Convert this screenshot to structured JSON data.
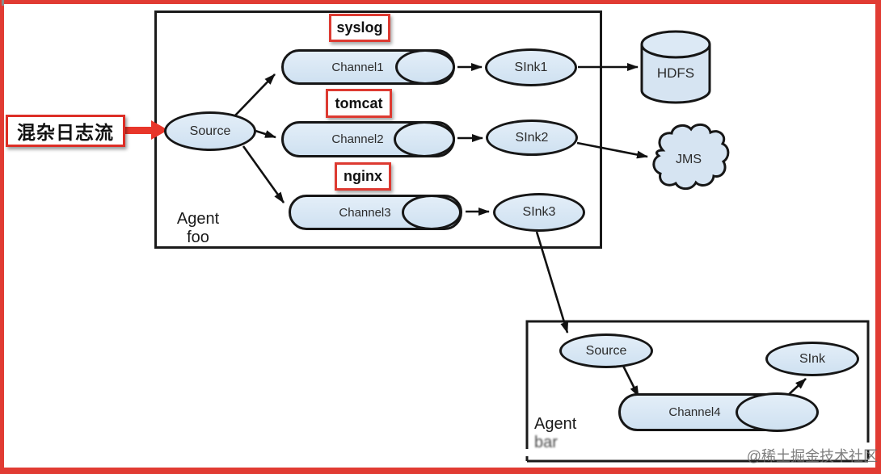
{
  "diagram": {
    "input_label": "混杂日志流",
    "agents": {
      "foo": {
        "line1": "Agent",
        "line2": "foo"
      },
      "bar": {
        "line1": "Agent",
        "line2": "bar"
      }
    },
    "tags": {
      "syslog": "syslog",
      "tomcat": "tomcat",
      "nginx": "nginx"
    },
    "nodes": {
      "source_foo": "Source",
      "channel1": "Channel1",
      "channel2": "Channel2",
      "channel3": "Channel3",
      "sink1": "SInk1",
      "sink2": "SInk2",
      "sink3": "SInk3",
      "hdfs": "HDFS",
      "jms": "JMS",
      "source_bar": "Source",
      "channel4": "Channel4",
      "sink_bar": "SInk"
    },
    "edges": [
      {
        "from": "input_label",
        "to": "source_foo",
        "style": "red-arrow"
      },
      {
        "from": "source_foo",
        "to": "channel1"
      },
      {
        "from": "source_foo",
        "to": "channel2"
      },
      {
        "from": "source_foo",
        "to": "channel3"
      },
      {
        "from": "channel1",
        "to": "sink1"
      },
      {
        "from": "channel2",
        "to": "sink2"
      },
      {
        "from": "channel3",
        "to": "sink3"
      },
      {
        "from": "sink1",
        "to": "hdfs"
      },
      {
        "from": "sink2",
        "to": "jms"
      },
      {
        "from": "sink3",
        "to": "source_bar"
      },
      {
        "from": "source_bar",
        "to": "channel4"
      },
      {
        "from": "channel4",
        "to": "sink_bar"
      }
    ],
    "watermark": "@稀土掘金技术社区",
    "colors": {
      "frame_border": "#e13b33",
      "tag_border": "#dd3a31",
      "red_arrow": "#e8362a",
      "node_fill": "#d6e4f2",
      "node_stroke": "#161616"
    }
  }
}
